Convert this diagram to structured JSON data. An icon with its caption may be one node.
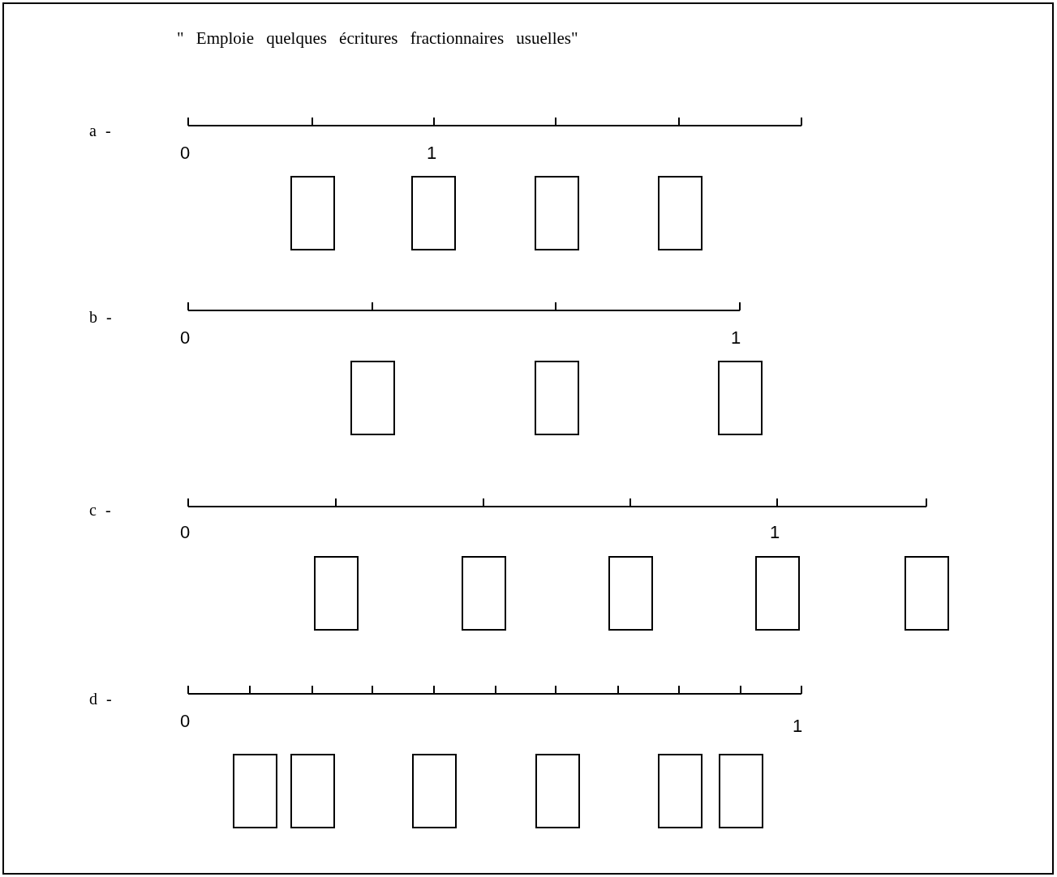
{
  "diagram": {
    "title": "\" Emploie quelques écritures fractionnaires usuelles\"",
    "nodes": [
      {
        "text": [],
        "shape": "box"
      },
      {
        "text": [],
        "shape": "box"
      },
      {
        "text": [],
        "shape": "box"
      },
      {
        "text": [],
        "shape": "box"
      },
      {
        "text": [],
        "shape": "box"
      },
      {
        "text": [],
        "shape": "box"
      },
      {
        "text": [],
        "shape": "box"
      },
      {
        "text": [],
        "shape": "box"
      },
      {
        "text": [],
        "shape": "box"
      },
      {
        "text": [],
        "shape": "box"
      },
      {
        "text": [],
        "shape": "box"
      },
      {
        "text": [],
        "shape": "box"
      },
      {
        "text": [],
        "shape": "box"
      },
      {
        "text": [],
        "shape": "box"
      },
      {
        "text": [],
        "shape": "box"
      },
      {
        "text": [],
        "shape": "box"
      },
      {
        "text": [],
        "shape": "box"
      },
      {
        "text": [],
        "shape": "box"
      }
    ],
    "labels": [
      "a -",
      "0",
      "1",
      "b -",
      "0",
      "1",
      "c -",
      "0",
      "1",
      "d -",
      "0",
      "1"
    ]
  }
}
